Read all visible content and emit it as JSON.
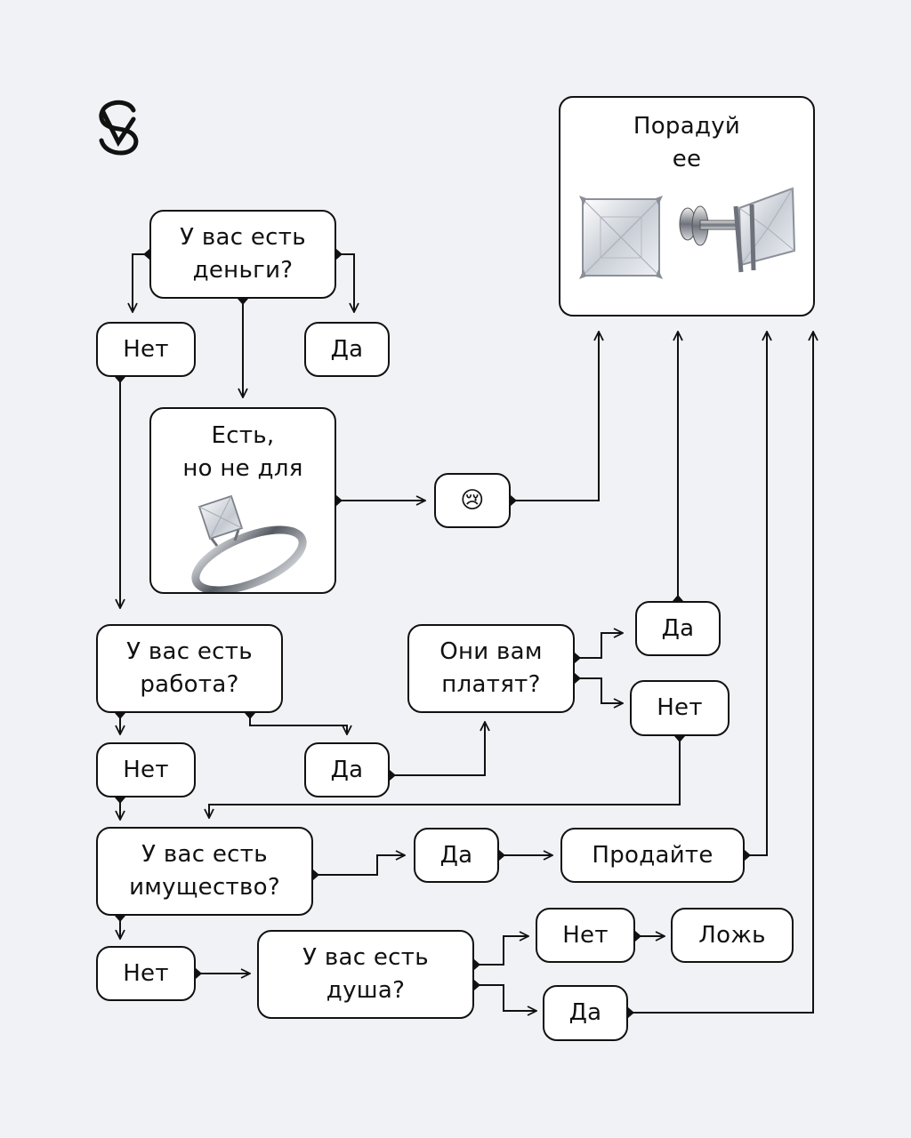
{
  "goal": {
    "title_line1": "Порадуй",
    "title_line2": "ее",
    "image_icon": "diamond-stud-earrings"
  },
  "q_money": {
    "line1": "У вас есть",
    "line2": "деньги?"
  },
  "money_no": "Нет",
  "money_yes": "Да",
  "q_notfor": {
    "line1": "Есть,",
    "line2": "но не для",
    "image_icon": "diamond-ring"
  },
  "crying": {
    "emoji": "😢",
    "icon": "crying-face-emoji"
  },
  "q_job": {
    "line1": "У вас есть",
    "line2": "работа?"
  },
  "job_no": "Нет",
  "job_yes": "Да",
  "q_paid": {
    "line1": "Они вам",
    "line2": "платят?"
  },
  "paid_yes": "Да",
  "paid_no": "Нет",
  "q_property": {
    "line1": "У вас есть",
    "line2": "имущество?"
  },
  "property_yes": "Да",
  "sell": "Продайте",
  "property_no": "Нет",
  "q_soul": {
    "line1": "У вас есть",
    "line2": "душа?"
  },
  "soul_no": "Нет",
  "lie": "Ложь",
  "soul_yes": "Да",
  "colors": {
    "ink": "#111111",
    "background": "#f1f2f6",
    "box": "#ffffff"
  }
}
